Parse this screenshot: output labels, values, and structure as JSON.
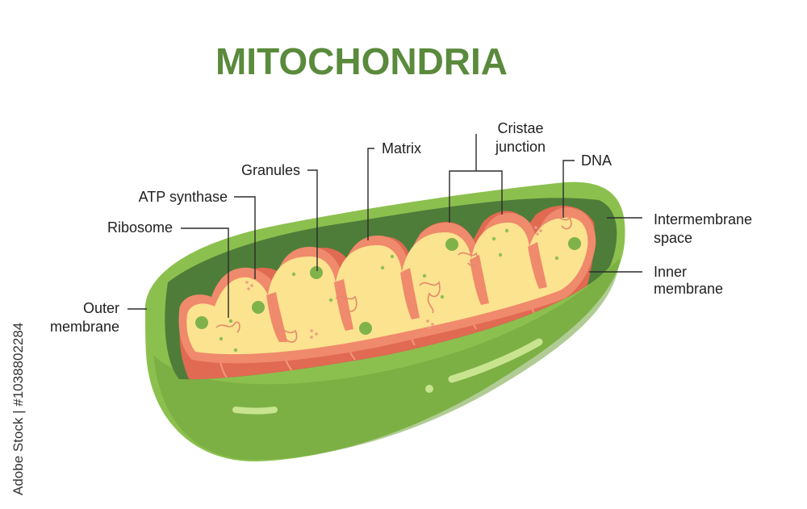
{
  "title": "MITOCHONDRIA",
  "colors": {
    "title": "#5a8a3c",
    "outer_membrane": "#8cc04e",
    "outer_membrane_dark": "#6fa33d",
    "intermembrane_space": "#4e7d39",
    "inner_membrane": "#f08a6c",
    "cristae_shadow": "#e06a52",
    "matrix": "#fbe38f",
    "granules": "#7fb24a",
    "dna": "#e58a6a"
  },
  "labels": {
    "granules": "Granules",
    "matrix": "Matrix",
    "cristae_line1": "Cristae",
    "cristae_line2": "junction",
    "dna": "DNA",
    "atp_synthase": "ATP synthase",
    "ribosome": "Ribosome",
    "intermembrane_line1": "Intermembrane",
    "intermembrane_line2": "space",
    "inner_line1": "Inner",
    "inner_line2": "membrane",
    "outer_line1": "Outer",
    "outer_line2": "membrane"
  },
  "watermark": {
    "stock_id": "Adobe Stock | #1038802284"
  }
}
